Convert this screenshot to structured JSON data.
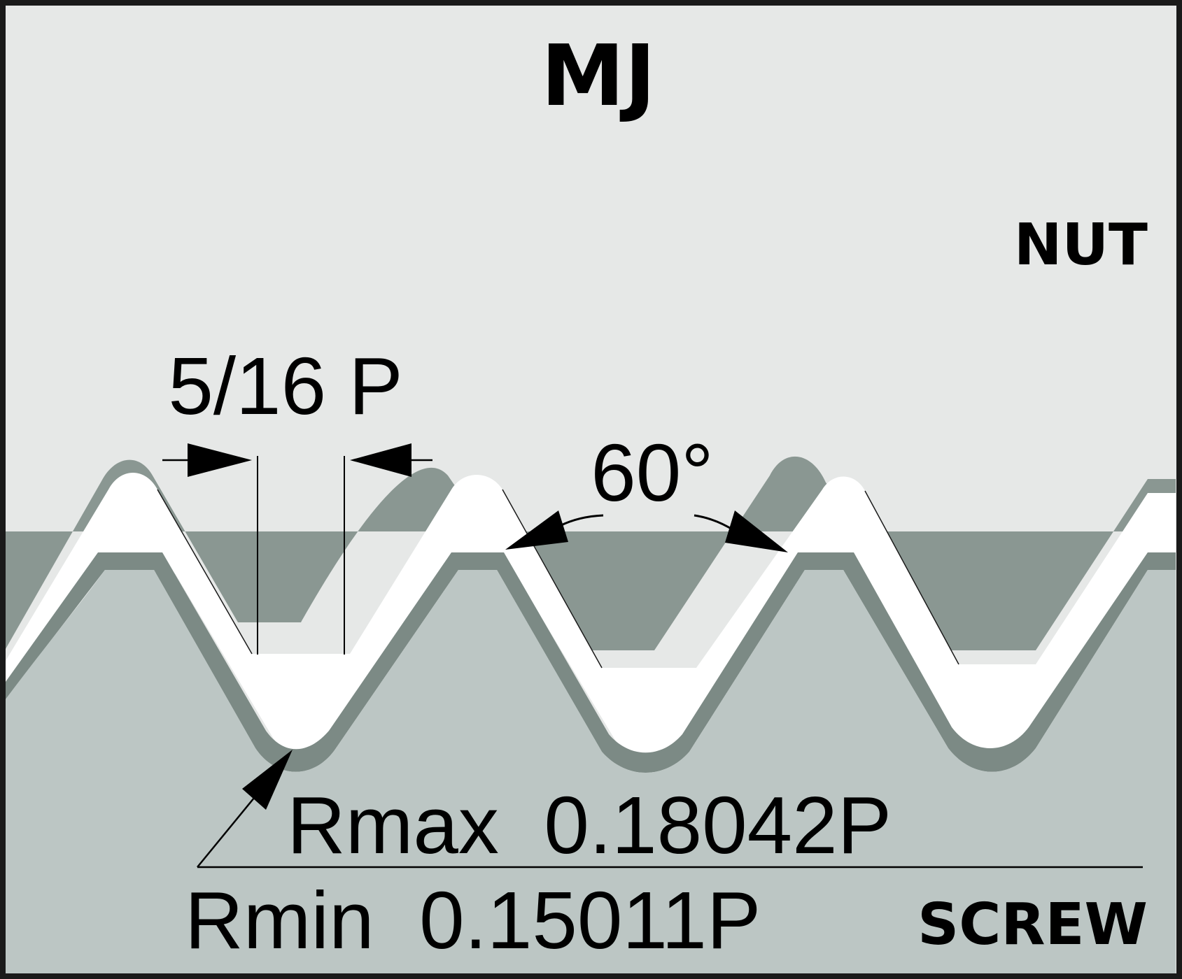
{
  "title": "MJ",
  "regions": {
    "nut_label": "NUT",
    "screw_label": "SCREW"
  },
  "dimensions": {
    "flat_width": "5/16 P",
    "thread_angle": "60°",
    "root_radius_max": "Rmax  0.18042P",
    "root_radius_min": "Rmin  0.15011P"
  },
  "colors": {
    "nut_fill": "#e6e8e7",
    "screw_fill": "#bcc6c4",
    "profile_shadow": "#8a9792",
    "gap_white": "#ffffff",
    "outline": "#1a1a1a"
  }
}
